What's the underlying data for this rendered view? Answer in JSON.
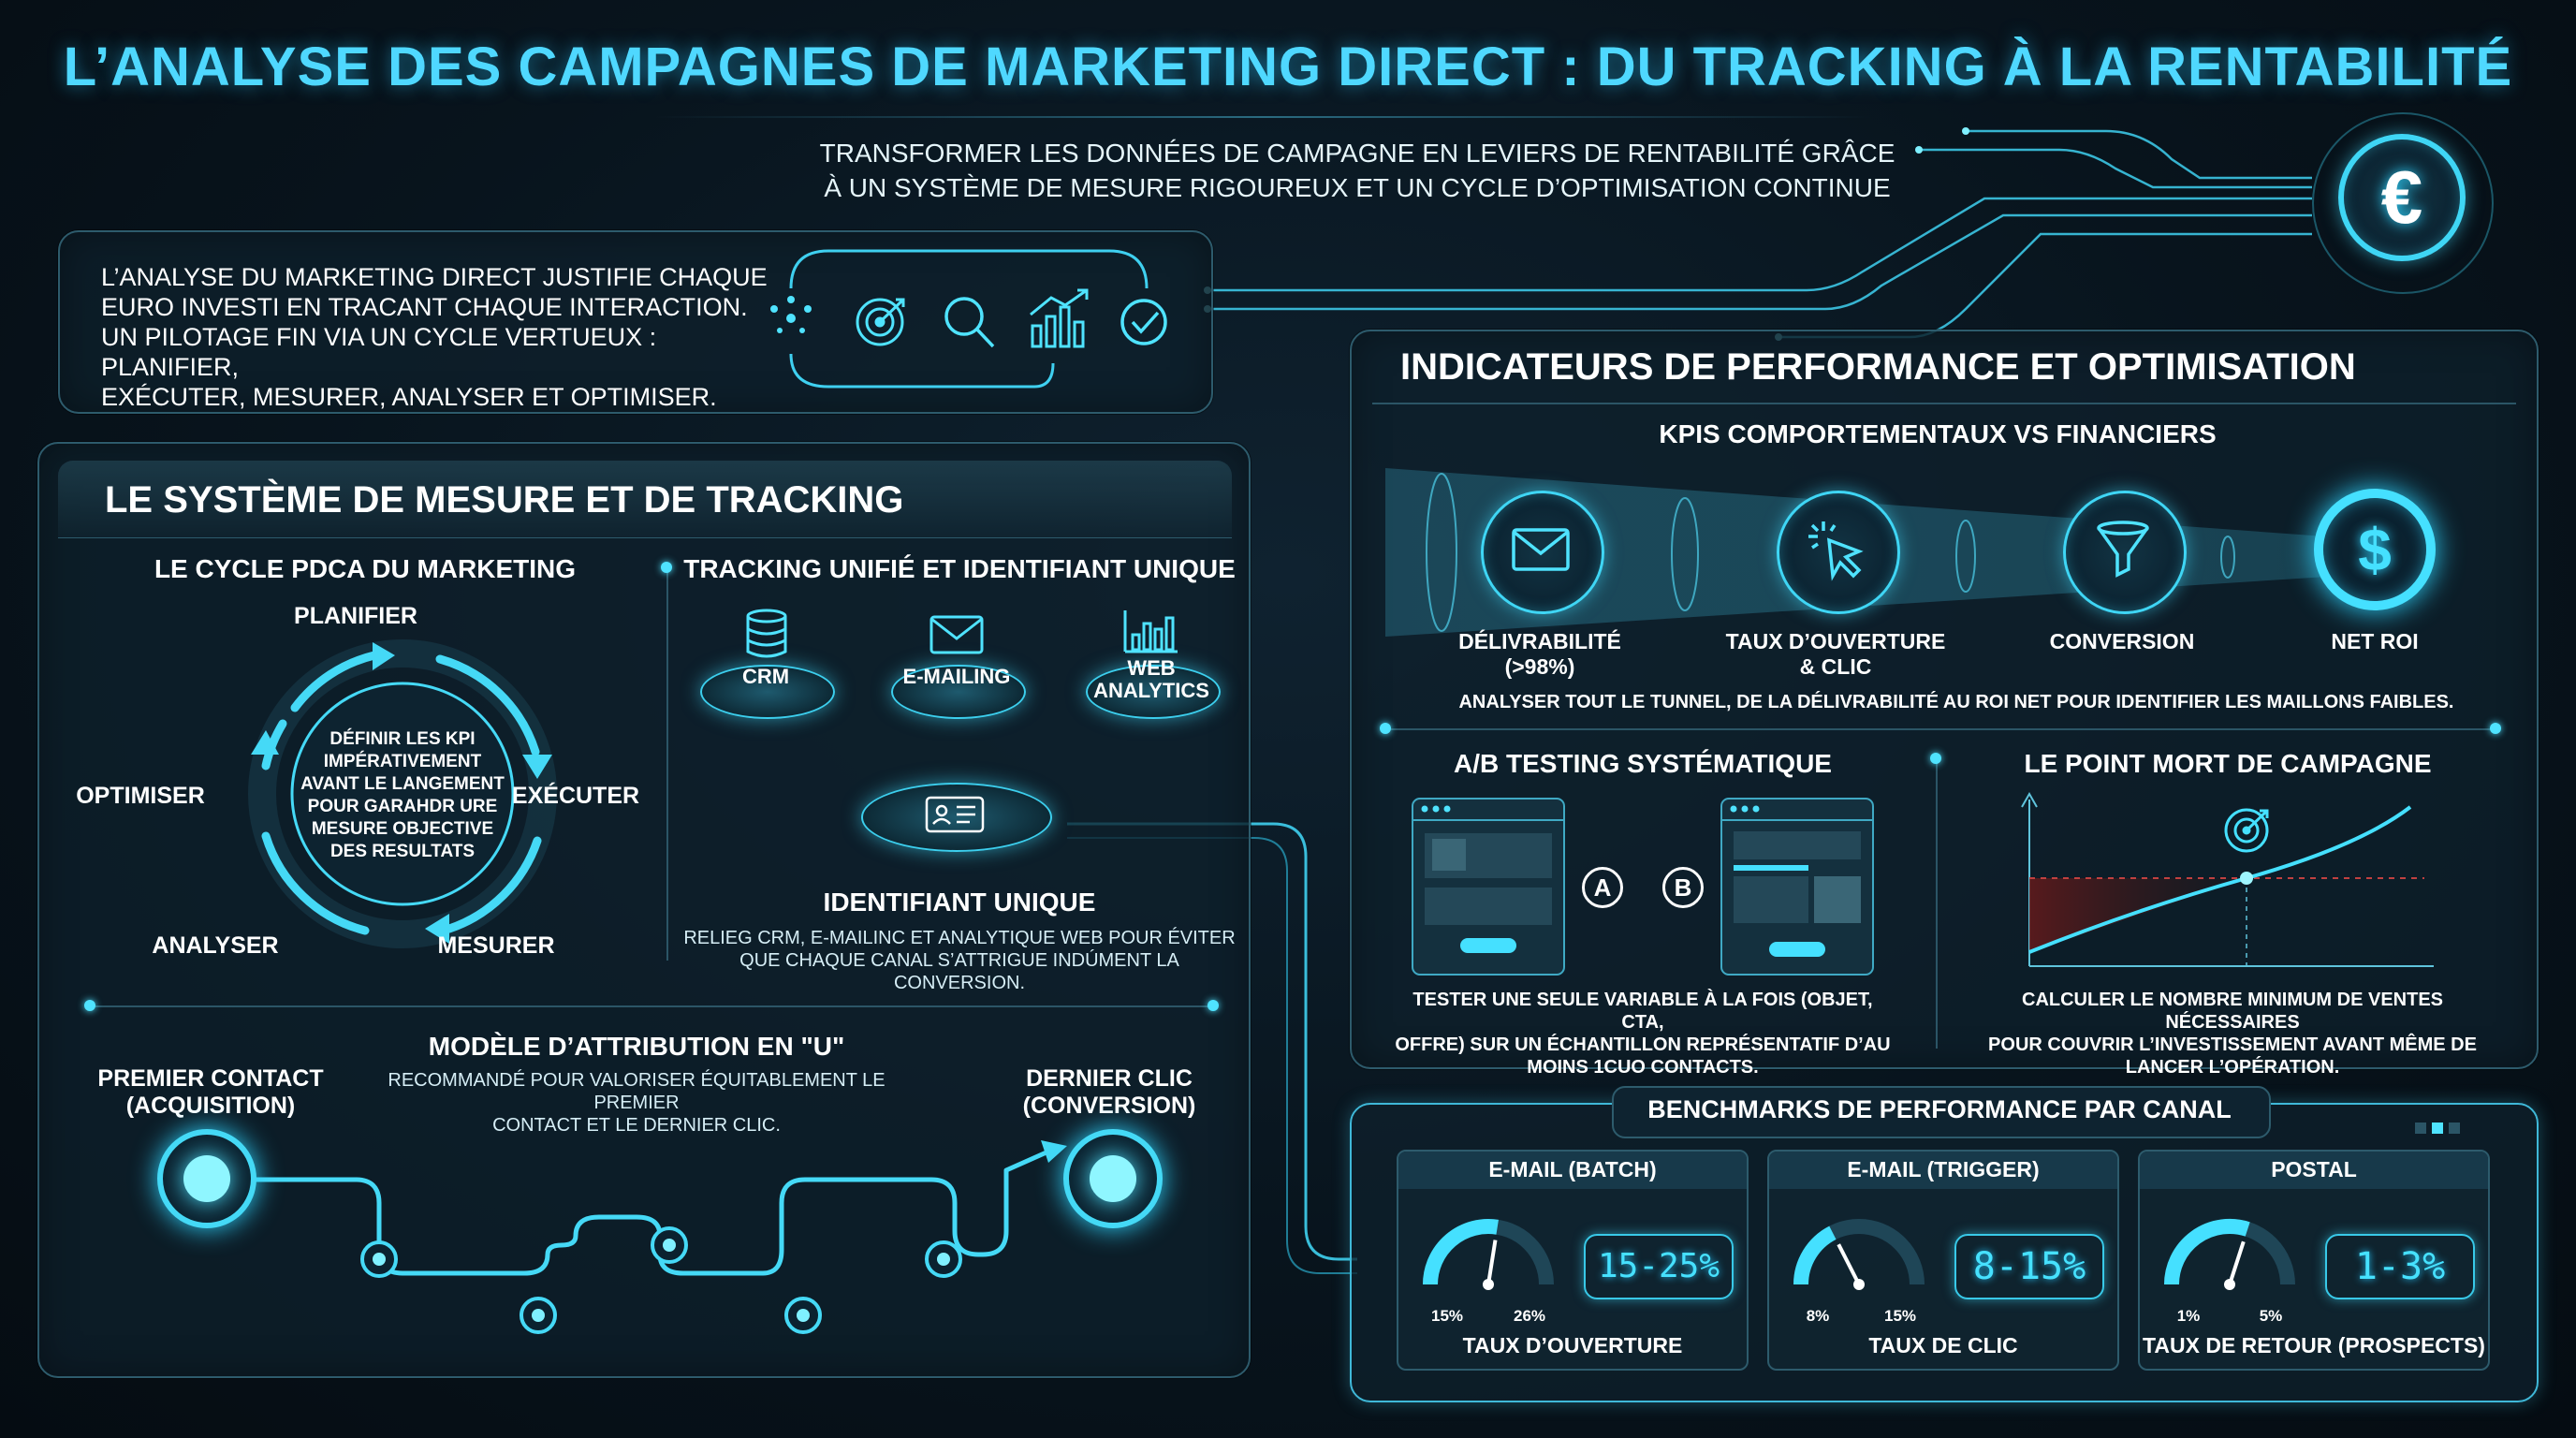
{
  "header": {
    "title": "L’ANALYSE DES CAMPAGNES DE MARKETING DIRECT : DU TRACKING À LA RENTABILITÉ",
    "subtitle_line1": "TRANSFORMER LES DONNÉES DE CAMPAGNE EN LEVIERS DE RENTABILITÉ GRÂCE",
    "subtitle_line2": "À UN SYSTÈME DE MESURE RIGOUREUX ET UN CYCLE D’OPTIMISATION CONTINUE",
    "euro_symbol": "€"
  },
  "intro": {
    "line1": "L’ANALYSE DU MARKETING DIRECT JUSTIFIE CHAQUE",
    "line2": "EURO INVESTI EN TRACANT CHAQUE INTERACTION.",
    "line3": "UN PILOTAGE FIN VIA UN CYCLE VERTUEUX : PLANIFIER,",
    "line4": "EXÉCUTER, MESURER, ANALYSER ET OPTIMISER.",
    "icons": [
      "sparkle-icon",
      "target-icon",
      "magnifier-icon",
      "growth-chart-icon",
      "check-circle-icon"
    ]
  },
  "tracking_system": {
    "title": "LE SYSTÈME DE MESURE ET DE TRACKING",
    "pdca": {
      "title": "LE CYCLE PDCA DU MARKETING",
      "planifier": "PLANIFIER",
      "executer": "EXÉCUTER",
      "mesurer": "MESURER",
      "analyser": "ANALYSER",
      "optimiser": "OPTIMISER",
      "center_line1": "DÉFINIR LES KPI",
      "center_line2": "IMPÉRATIVEMENT",
      "center_line3": "AVANT LE LANGEMENT",
      "center_line4": "POUR GARAHDR URE",
      "center_line5": "MESURE OBJECTIVE",
      "center_line6": "DES RESULTATS"
    },
    "unified": {
      "title": "TRACKING UNIFIÉ ET IDENTIFIANT UNIQUE",
      "crm": "CRM",
      "emailing": "E-MAILING",
      "web_line1": "WEB",
      "web_line2": "ANALYTICS",
      "id_title": "IDENTIFIANT UNIQUE",
      "id_line1": "RELIEG CRM, E-MAILINC ET ANALYTIQUE WEB POUR ÉVITER",
      "id_line2": "QUE CHAQUE CANAL S’ATTRIGUE INDÚMENT LA CONVERSION."
    },
    "attribution": {
      "title": "MODÈLE D’ATTRIBUTION EN \"U\"",
      "desc_line1": "RECOMMANDÉ POUR VALORISER ÉQUITABLEMENT LE PREMIER",
      "desc_line2": "CONTACT ET LE DERNIER CLIC.",
      "first_line1": "PREMIER CONTACT",
      "first_line2": "(ACQUISITION)",
      "last_line1": "DERNIER CLIC",
      "last_line2": "(CONVERSION)"
    }
  },
  "performance": {
    "title": "INDICATEURS DE PERFORMANCE ET OPTIMISATION",
    "funnel_title": "KPIS COMPORTEMENTAUX VS FINANCIERS",
    "kpis": [
      {
        "line1": "DÉLIVRABILITÉ",
        "line2": "(>98%)",
        "icon": "envelope-icon"
      },
      {
        "line1": "TAUX D’OUVERTURE",
        "line2": "& CLIC",
        "icon": "cursor-click-icon"
      },
      {
        "line1": "CONVERSION",
        "line2": "",
        "icon": "funnel-icon"
      },
      {
        "line1": "NET ROI",
        "line2": "",
        "icon": "dollar-icon"
      }
    ],
    "funnel_note": "ANALYSER TOUT LE TUNNEL, DE LA DÉLIVRABILITÉ AU ROI NET POUR IDENTIFIER LES MAILLONS FAIBLES.",
    "ab": {
      "title": "A/B TESTING SYSTÉMATIQUE",
      "a": "A",
      "b": "B",
      "line1": "TESTER UNE SEULE VARIABLE À LA FOIS (OBJET, CTA,",
      "line2": "OFFRE) SUR UN ÉCHANTILLON REPRÉSENTATIF D’AU",
      "line3": "MOINS 1CUO CONTACTS."
    },
    "breakeven": {
      "title": "LE POINT MORT DE CAMPAGNE",
      "line1": "CALCULER LE NOMBRE MINIMUM DE VENTES NÉCESSAIRES",
      "line2": "POUR COUVRIR L’INVESTISSEMENT AVANT MÊME DE",
      "line3": "LANCER L’OPÉRATION."
    }
  },
  "benchmarks": {
    "title": "BENCHMARKS DE PERFORMANCE PAR CANAL",
    "cards": [
      {
        "channel": "E-MAIL (BATCH)",
        "min": "15%",
        "max": "26%",
        "range": "15-25%",
        "metric": "TAUX D’OUVERTURE",
        "level": 0.55
      },
      {
        "channel": "E-MAIL (TRIGGER)",
        "min": "8%",
        "max": "15%",
        "range": "8-15%",
        "metric": "TAUX DE CLIC",
        "level": 0.35
      },
      {
        "channel": "POSTAL",
        "min": "1%",
        "max": "5%",
        "range": "1-3%",
        "metric": "TAUX DE RETOUR (PROSPECTS)",
        "level": 0.6
      }
    ]
  },
  "colors": {
    "accent": "#4fd8ff",
    "panel_border": "#2d5b6c",
    "background": "#08141d"
  }
}
